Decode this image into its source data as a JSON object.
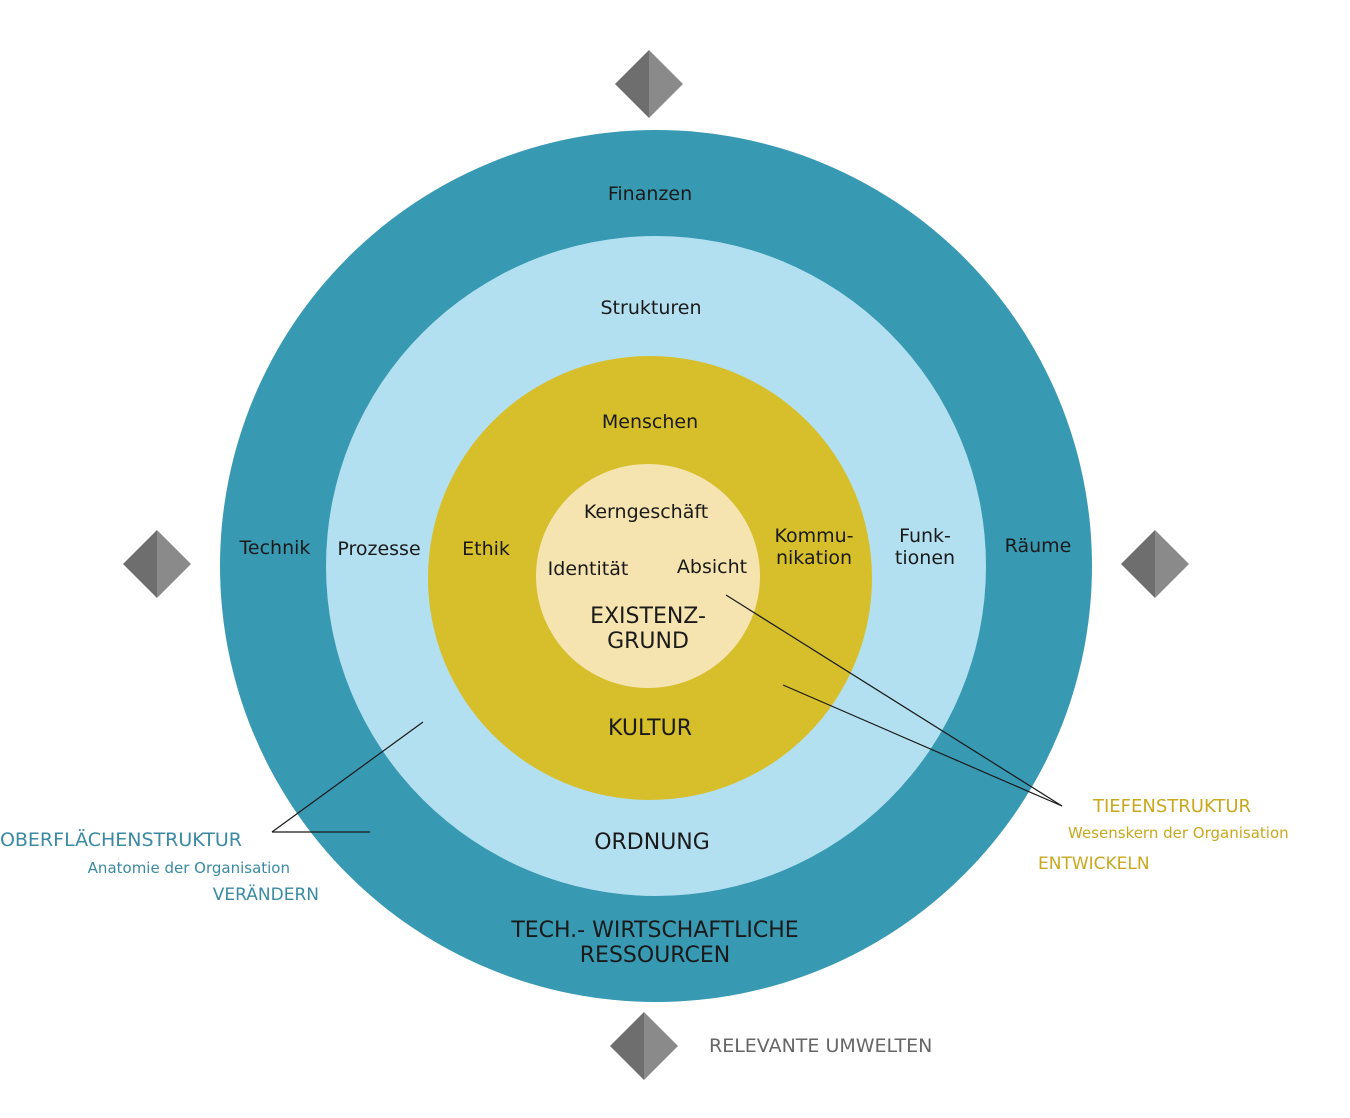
{
  "colors": {
    "outer_ring": "#3899b3",
    "middle_ring": "#b3e0f0",
    "inner_ring": "#d6bf2a",
    "core": "#f5e4b0",
    "diamond": "#7a7a7a",
    "teal_text": "#3a8aa3",
    "gold_text": "#c9a81e"
  },
  "outer_ring": {
    "top": "Finanzen",
    "left": "Technik",
    "right": "Räume",
    "title_line1": "TECH.- WIRTSCHAFTLICHE",
    "title_line2": "RESSOURCEN"
  },
  "middle_ring": {
    "top": "Strukturen",
    "left": "Prozesse",
    "right_line1": "Funk-",
    "right_line2": "tionen",
    "title": "ORDNUNG"
  },
  "inner_ring": {
    "top": "Menschen",
    "left": "Ethik",
    "right_line1": "Kommu-",
    "right_line2": "nikation",
    "title": "KULTUR"
  },
  "core": {
    "top": "Kerngeschäft",
    "left": "Identität",
    "right": "Absicht",
    "title_line1": "EXISTENZ-",
    "title_line2": "GRUND"
  },
  "surface_structure": {
    "title": "OBERFLÄCHENSTRUKTUR",
    "subtitle": "Anatomie der Organisation",
    "action": "VERÄNDERN"
  },
  "deep_structure": {
    "title": "TIEFENSTRUKTUR",
    "subtitle": "Wesenskern der Organisation",
    "action": "ENTWICKELN"
  },
  "environment_label": "RELEVANTE UMWELTEN",
  "icons": [
    "diamond-top-icon",
    "diamond-left-icon",
    "diamond-right-icon",
    "diamond-bottom-icon"
  ]
}
